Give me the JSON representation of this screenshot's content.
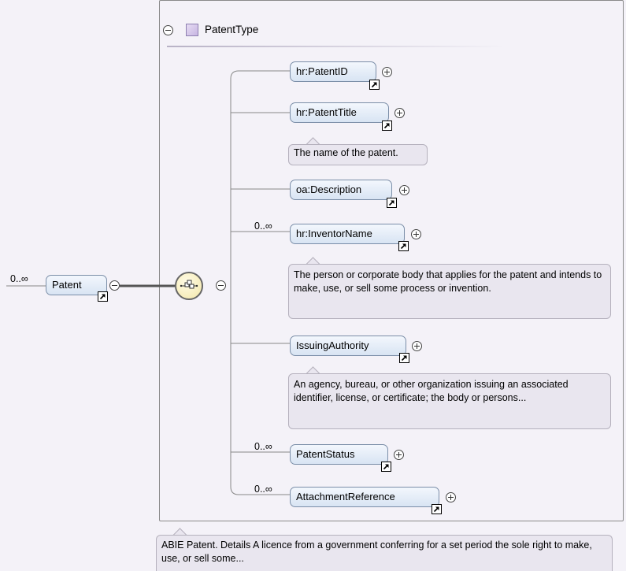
{
  "type_name": "PatentType",
  "root": {
    "name": "Patent",
    "card": "0..∞",
    "description": "ABIE Patent. Details A licence from a government conferring for a set period the sole right to make, use, or sell some..."
  },
  "elements": [
    {
      "name": "hr:PatentID",
      "card": "",
      "description": ""
    },
    {
      "name": "hr:PatentTitle",
      "card": "",
      "description": "The name of the patent."
    },
    {
      "name": "oa:Description",
      "card": "",
      "description": ""
    },
    {
      "name": "hr:InventorName",
      "card": "0..∞",
      "description": "The person or corporate body that applies for the patent and intends to make, use, or sell some process or invention."
    },
    {
      "name": "IssuingAuthority",
      "card": "",
      "description": "An agency, bureau, or other organization issuing an associated identifier, license, or certificate; the body or persons..."
    },
    {
      "name": "PatentStatus",
      "card": "0..∞",
      "description": ""
    },
    {
      "name": "AttachmentReference",
      "card": "0..∞",
      "description": ""
    }
  ],
  "icons": {
    "collapse": "minus-circle-icon",
    "expand": "plus-circle-icon",
    "reference": "arrow-reference-icon",
    "compositor": "sequence-compositor-icon",
    "complex_type": "complex-type-icon"
  }
}
